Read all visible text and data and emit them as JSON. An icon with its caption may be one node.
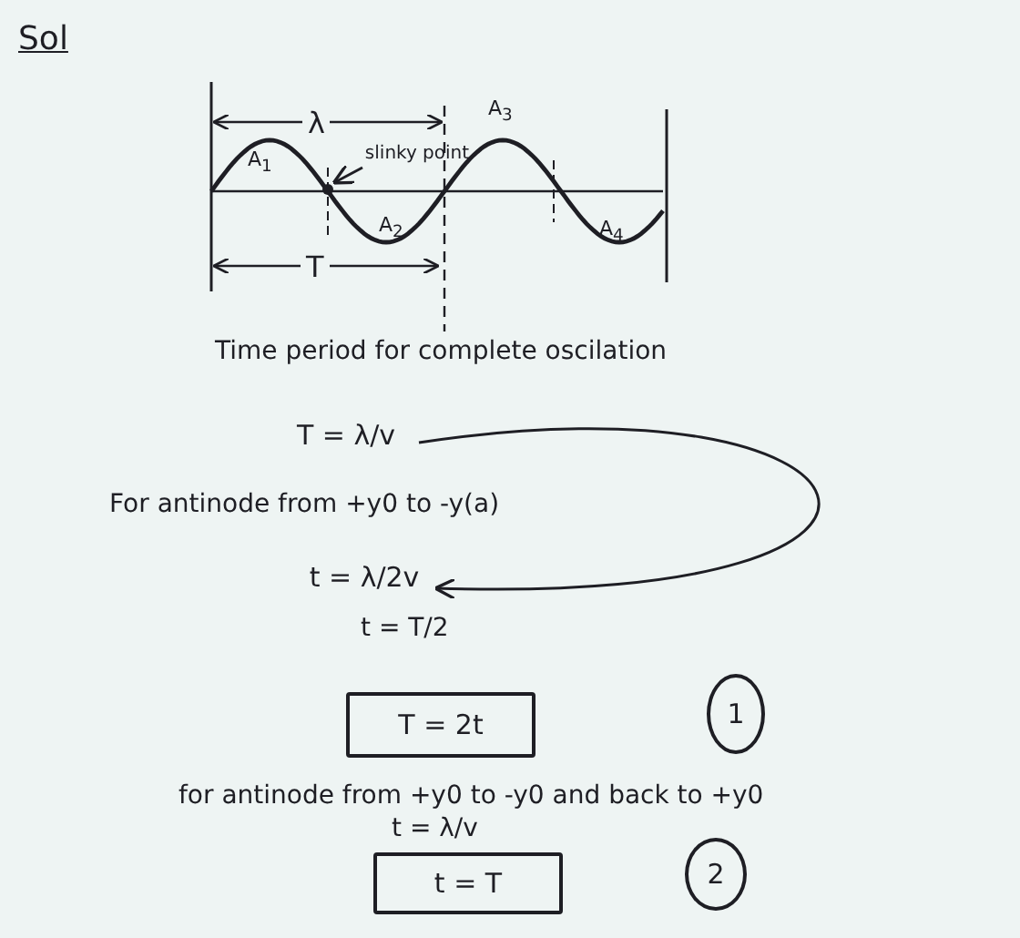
{
  "diagram": {
    "title": "Sol",
    "nodes": [
      {
        "text": [
          "T = λ/v"
        ]
      },
      {
        "text": [
          "t = λ/2v"
        ]
      },
      {
        "text": [
          "T = 2t"
        ]
      },
      {
        "text": [
          "1"
        ]
      },
      {
        "text": [
          "t = T"
        ]
      },
      {
        "text": [
          "2"
        ]
      },
      {
        "text": [
          "slinky point"
        ]
      },
      {
        "text": [],
        "shape": "circle"
      }
    ],
    "edges": [
      {
        "from": 0,
        "to": 1,
        "arrow": "to"
      },
      {
        "from": 6,
        "to": 7,
        "arrow": "to"
      }
    ],
    "labels": [
      "λ",
      "A$_{3}$",
      "A$_{1}$",
      "A$_{2}$",
      "A$_{4}$",
      "T",
      "Time period for complete oscilation",
      "For antinode from +y0 to -y(a)",
      "t = T/2",
      "for antinode from +y0 to -y0 and back to +y0",
      "t = λ/v"
    ]
  }
}
